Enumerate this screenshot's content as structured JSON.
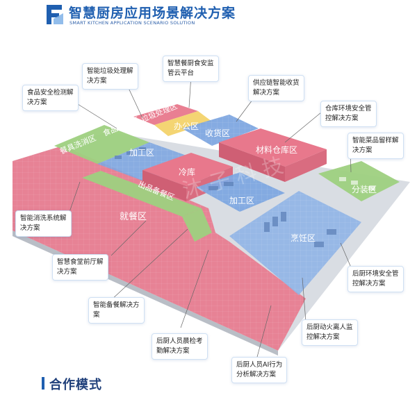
{
  "header": {
    "title": "智慧厨房应用场景解决方案",
    "subtitle": "SMART KITCHEN APPLICATION SCENARIO SOLUTION"
  },
  "zones": {
    "washing": "餐具洗消区",
    "food_check": "食品检验区",
    "garbage": "垃圾处理区",
    "office": "办公区",
    "receiving": "收货区",
    "material_storage": "材料仓库区",
    "processing_1": "加工区",
    "cold_storage": "冷库",
    "processing_2": "加工区",
    "serving": "出品备餐区",
    "sorting": "分装区",
    "dining": "就餐区",
    "cooking": "烹饪区"
  },
  "callouts": {
    "garbage_solution": [
      "智能垃圾处理解",
      "决方案"
    ],
    "supervision_cloud": [
      "智慧餐厨食安监",
      "管云平台"
    ],
    "food_safety_check": [
      "食品安全检测解",
      "决方案"
    ],
    "supply_chain": [
      "供应链智能收货",
      "解决方案"
    ],
    "warehouse_env": [
      "仓库环境安全管",
      "控解决方案"
    ],
    "sample_retention": [
      "智能菜品留样解",
      "决方案"
    ],
    "disinfection": [
      "智能消洗系统解",
      "决方案"
    ],
    "canteen_front": [
      "智慧食堂前厅解",
      "决方案"
    ],
    "meal_prep": [
      "智能备餐解决方",
      "案"
    ],
    "kitchen_env": [
      "后厨环境安全管",
      "控解决方案"
    ],
    "morning_check": [
      "后厨人员晨检考",
      "勤解决方案"
    ],
    "fire_monitor": [
      "后厨动火离人监",
      "控解决方案"
    ],
    "ai_behavior": [
      "后厨人员AI行为",
      "分析解决方案"
    ]
  },
  "watermark": "沐 子 科 技",
  "footer": {
    "title": "合作模式"
  },
  "colors": {
    "brand_blue": "#1f5fb0",
    "zone_pink": "#e8788c",
    "zone_green": "#9ed07f",
    "zone_blue": "#7ea6e0",
    "zone_yellow": "#f3d36b"
  }
}
